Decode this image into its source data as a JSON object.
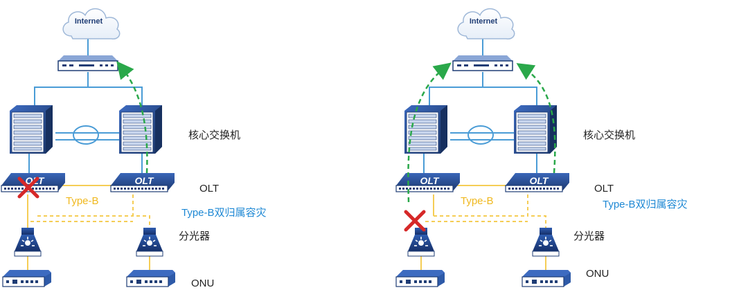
{
  "colors": {
    "link_blue": "#4a9cd6",
    "pon_yellow": "#f5cd55",
    "failover_green": "#2aa84a",
    "fault_red": "#d62828",
    "device_dark": "#1f3d75",
    "device_mid": "#2e5aa8",
    "label_blue": "#1e88d4",
    "label_yellow": "#f0b81e",
    "cloud_edge": "#9fb8d8"
  },
  "icons": {
    "cloud": "cloud-icon",
    "router": "router-icon",
    "core_switch": "core-switch-icon",
    "olt": "olt-icon",
    "splitter": "splitter-icon",
    "onu": "onu-icon",
    "fault": "x-mark-icon"
  },
  "left": {
    "internet": "Internet",
    "olt_left": "OLT",
    "olt_right": "OLT",
    "type_b": "Type-B",
    "core_label": "核心交换机",
    "olt_label": "OLT",
    "scenario_label": "Type-B双归属容灾",
    "splitter_label": "分光器",
    "onu_label": "ONU"
  },
  "right": {
    "internet": "Internet",
    "olt_left": "OLT",
    "olt_right": "OLT",
    "type_b": "Type-B",
    "core_label": "核心交换机",
    "olt_label": "OLT",
    "scenario_label": "Type-B双归属容灾",
    "splitter_label": "分光器",
    "onu_label": "ONU"
  }
}
